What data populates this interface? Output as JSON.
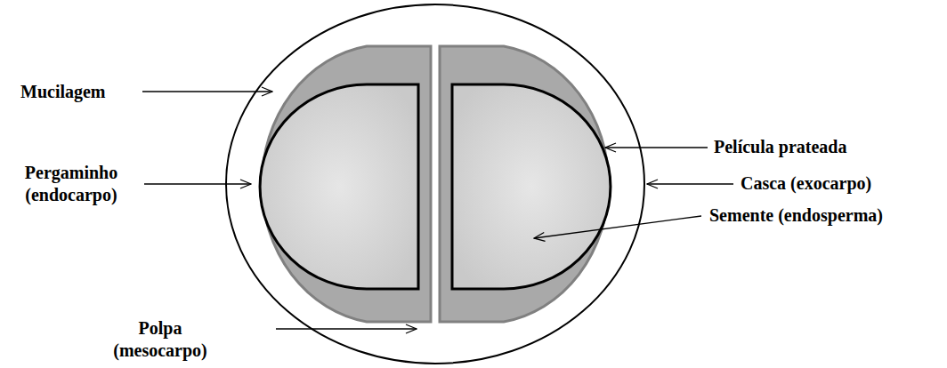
{
  "diagram": {
    "labels": [
      "Mucilagem",
      "Pergaminho (endocarpo)",
      "Polpa (mesocarpo)",
      "Película prateada",
      "Casca (exocarpo)",
      "Semente (endosperma)"
    ]
  }
}
